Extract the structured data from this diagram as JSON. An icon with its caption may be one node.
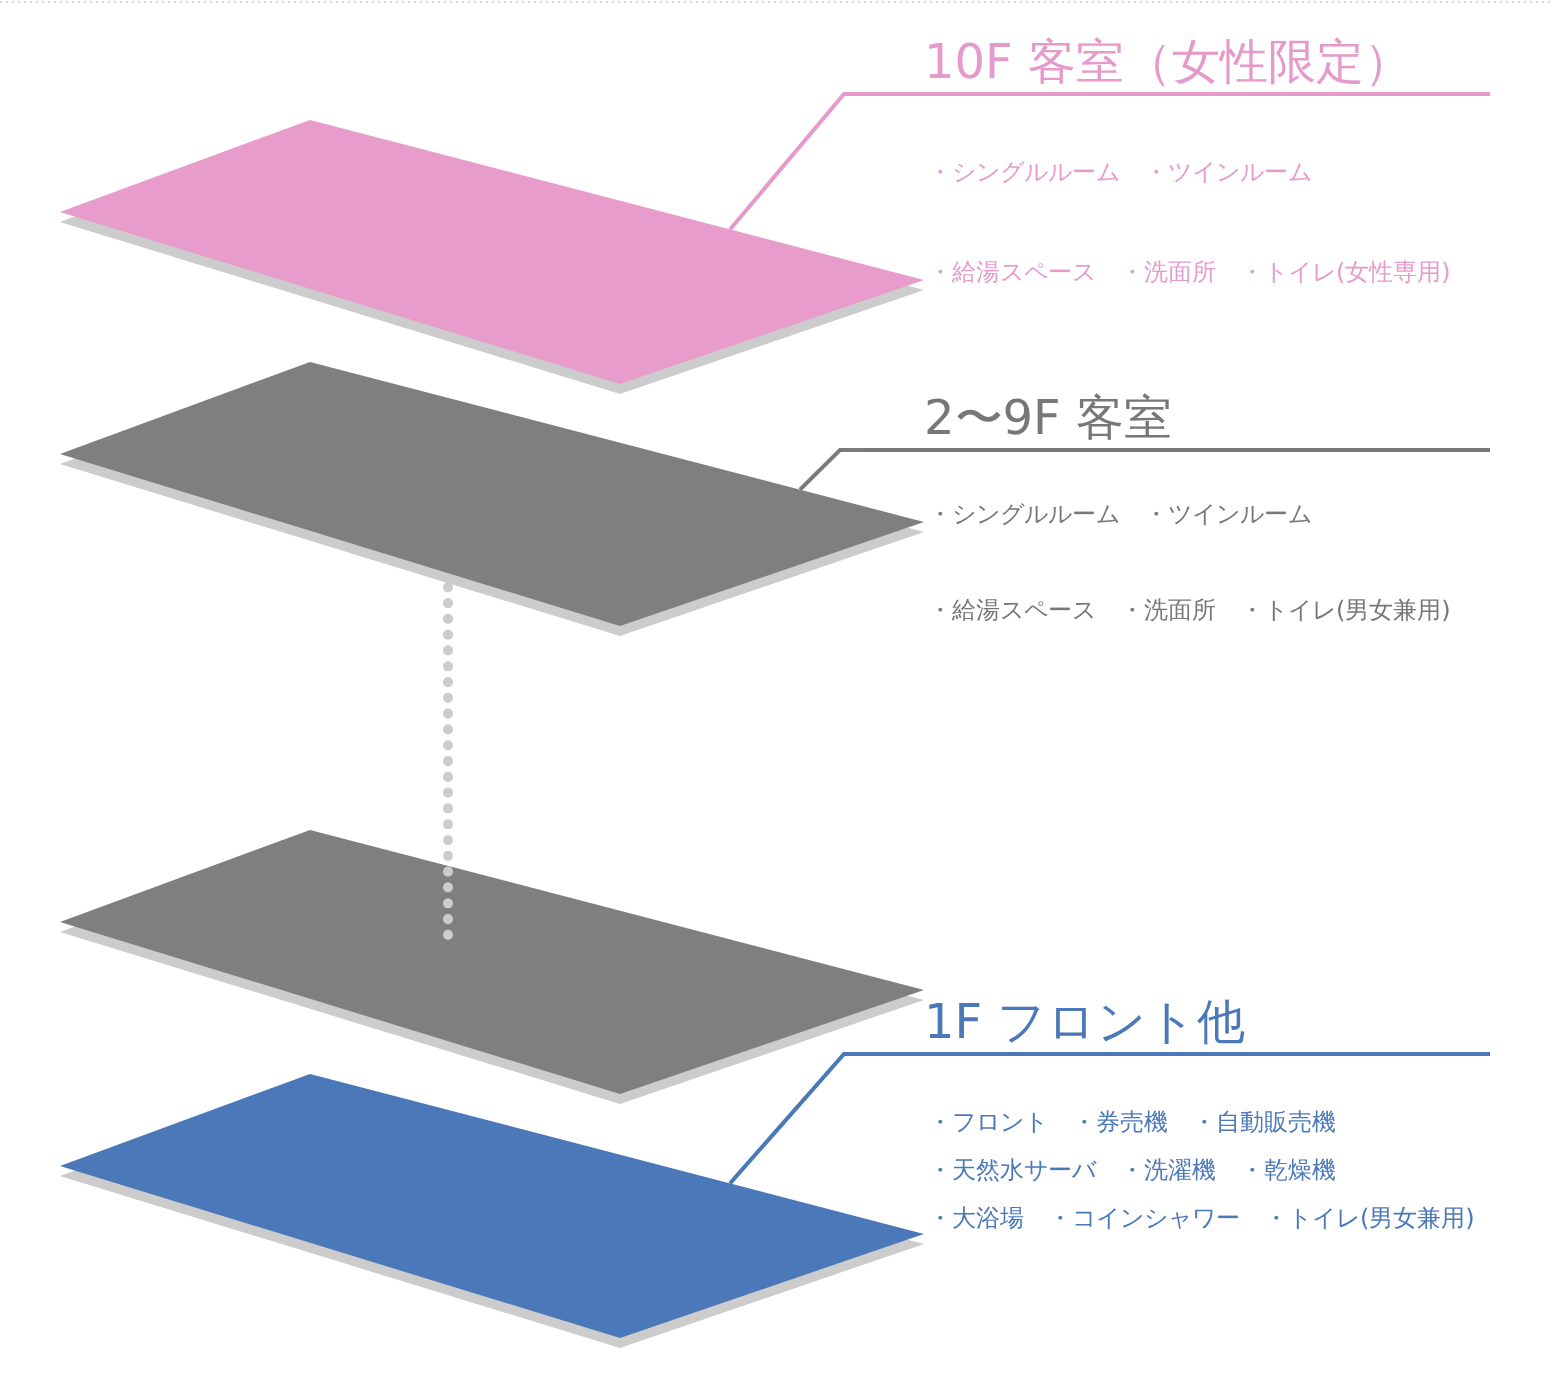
{
  "diagram": {
    "nodes": [
      {
        "text": [],
        "shape": "box"
      },
      {
        "text": [
          "10F 客室（女性限定）",
          "・シングルルーム　・ツインルーム",
          "・給湯スペース　・洗面所　・トイレ(女性専用)"
        ]
      },
      {
        "text": [],
        "shape": "box"
      },
      {
        "text": [
          "2〜9F 客室",
          "・シングルルーム　・ツインルーム",
          "・給湯スペース　・洗面所　・トイレ(男女兼用)"
        ]
      },
      {
        "text": [],
        "shape": "box"
      },
      {
        "text": [],
        "shape": "box"
      },
      {
        "text": [
          "1F フロント他",
          "・フロント　・券売機　・自動販売機",
          "・天然水サーバ　・洗濯機　・乾燥機",
          "・大浴場　・コインシャワー　・トイレ(男女兼用)"
        ]
      }
    ],
    "edges": [
      {
        "from": 1,
        "to": 0,
        "arrow": "none",
        "color": "#e69acb"
      },
      {
        "from": 3,
        "to": 2,
        "arrow": "none",
        "color": "#7a7a7a"
      },
      {
        "from": 2,
        "to": 4,
        "arrow": "none",
        "style": "dashed",
        "color": "#cccccc"
      },
      {
        "from": 6,
        "to": 5,
        "arrow": "none",
        "color": "#4a78b8"
      }
    ]
  }
}
